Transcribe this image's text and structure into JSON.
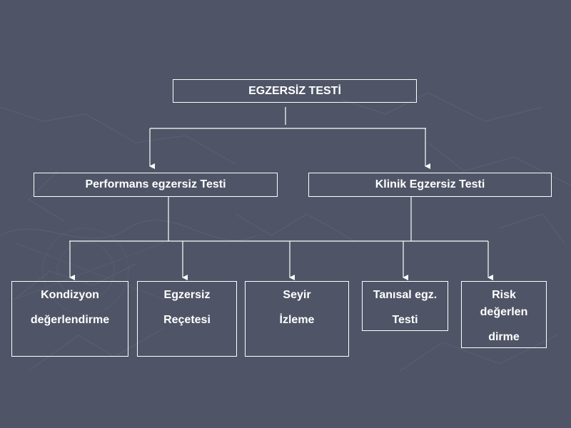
{
  "diagram": {
    "root": {
      "label": "EGZERSİZ TESTİ"
    },
    "level1": [
      {
        "label": "Performans egzersiz Testi"
      },
      {
        "label": "Klinik Egzersiz Testi"
      }
    ],
    "level2": [
      {
        "lines": [
          "Kondizyon",
          "değerlendirme"
        ]
      },
      {
        "lines": [
          "Egzersiz",
          "Reçetesi"
        ]
      },
      {
        "lines": [
          "Seyir",
          "İzleme"
        ]
      },
      {
        "lines": [
          "Tanısal egz.",
          "Testi"
        ]
      },
      {
        "lines": [
          "Risk",
          "değerlen",
          "dirme"
        ]
      }
    ]
  },
  "colors": {
    "background": "#4f5566",
    "stroke": "#ffffff",
    "text": "#ffffff"
  }
}
